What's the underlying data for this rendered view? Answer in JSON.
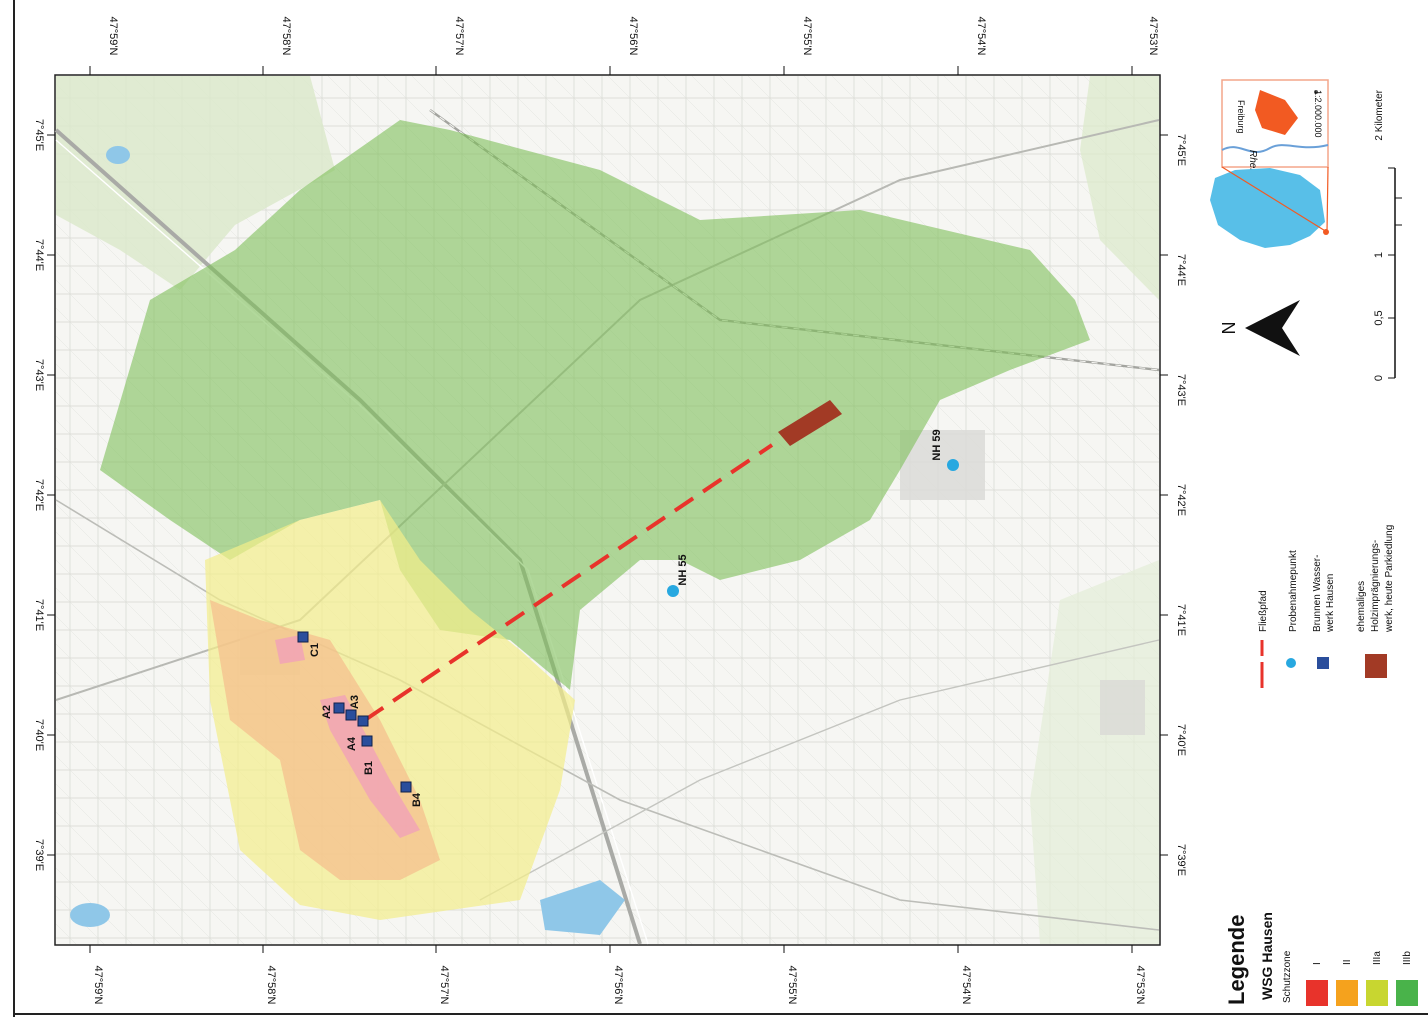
{
  "colors": {
    "zone_I": "#e8332b",
    "zone_II": "#f5a21d",
    "zone_IIIa": "#c8d630",
    "zone_IIIb": "#49b34a",
    "flow_path": "#e8332b",
    "sample_point": "#27a8e0",
    "well": "#2a4e9c",
    "wood_plant": "#a23a25"
  },
  "grid": {
    "lat_labels": [
      "47°59'N",
      "47°58'N",
      "47°57'N",
      "47°56'N",
      "47°55'N",
      "47°54'N",
      "47°53'N"
    ],
    "lon_labels": [
      "7°39'E",
      "7°40'E",
      "7°41'E",
      "7°42'E",
      "7°43'E",
      "7°44'E",
      "7°45'E"
    ]
  },
  "sites": {
    "wells": [
      "A2",
      "A3",
      "A4",
      "B1",
      "B4",
      "C1"
    ],
    "sample_points": [
      "NH 55",
      "NH 59"
    ]
  },
  "north_arrow": {
    "label": "N",
    "icon": "north-arrow-icon"
  },
  "locator": {
    "city": "Freiburg",
    "river": "Rhein",
    "scale": "1:2.000.000"
  },
  "scalebar": {
    "unit": "2 Kilometer",
    "ticks": [
      "0",
      "0,5",
      "1"
    ]
  },
  "legend": {
    "title": "Legende",
    "subtitle": "WSG Hausen",
    "zones_label": "Schutzzone",
    "zones": [
      "I",
      "II",
      "IIIa",
      "IIIb"
    ],
    "items": [
      {
        "label": "Fließpfad"
      },
      {
        "label": "Probenahmepunkt"
      },
      {
        "label_lines": [
          "Brunnen Wasser-",
          "werk Hausen"
        ]
      },
      {
        "label_lines": [
          "ehemaliges",
          "Holzimprägnierungs-",
          "werk, heute Parkiedlung"
        ]
      }
    ]
  }
}
